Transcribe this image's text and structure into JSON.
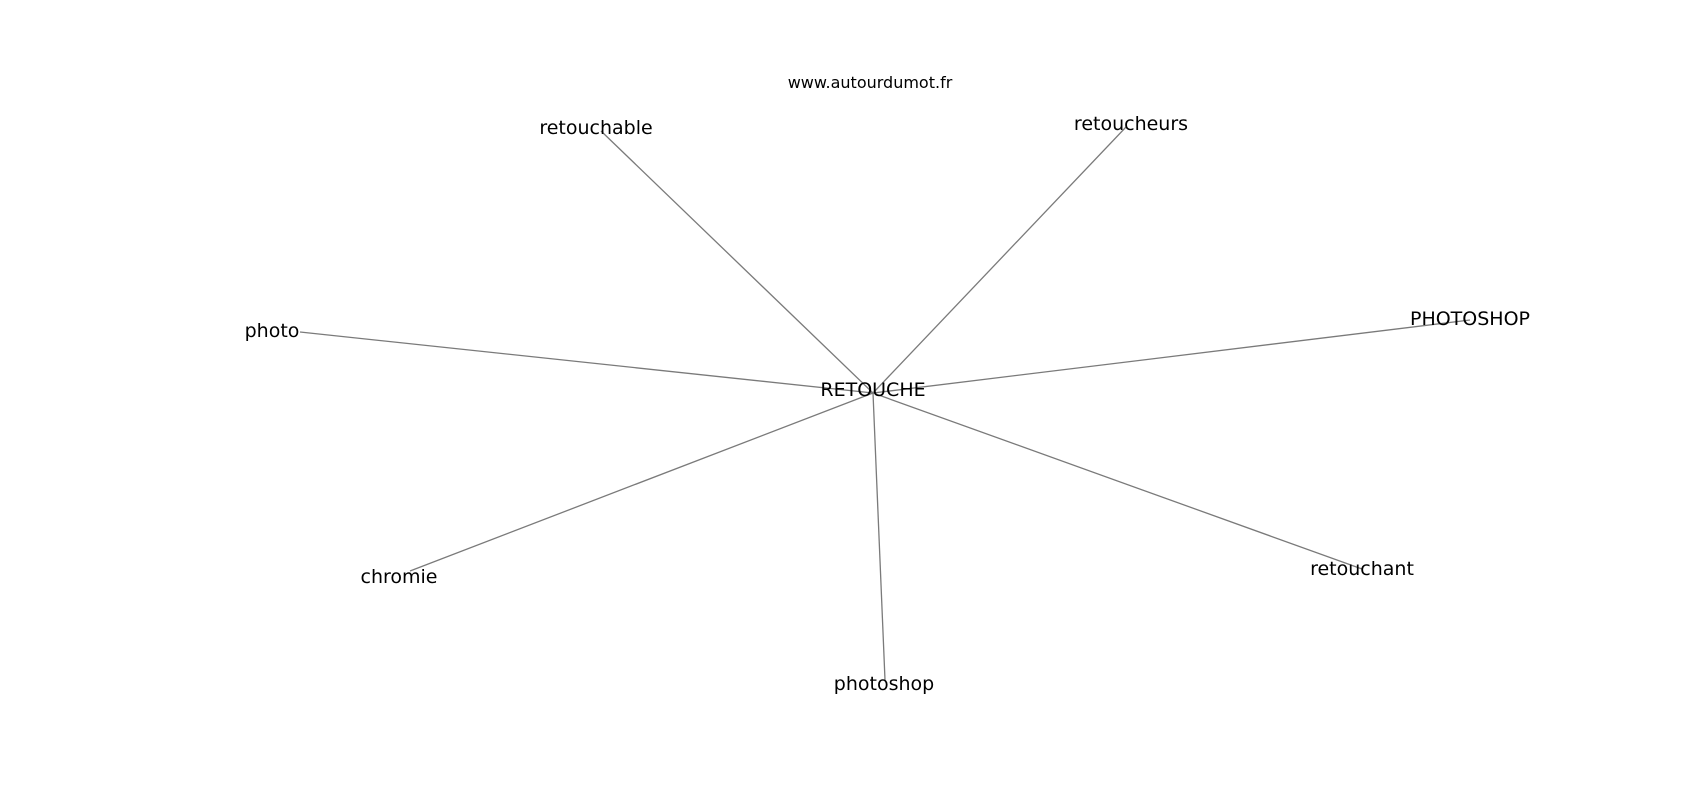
{
  "source": "www.autourdumot.fr",
  "center": {
    "label": "RETOUCHE"
  },
  "neighbors": [
    {
      "label": "retouchable"
    },
    {
      "label": "retoucheurs"
    },
    {
      "label": "photo"
    },
    {
      "label": "PHOTOSHOP"
    },
    {
      "label": "chromie"
    },
    {
      "label": "photoshop"
    },
    {
      "label": "retouchant"
    }
  ],
  "colors": {
    "edge": "#7a7a7a",
    "text": "#000000",
    "background": "#ffffff"
  }
}
